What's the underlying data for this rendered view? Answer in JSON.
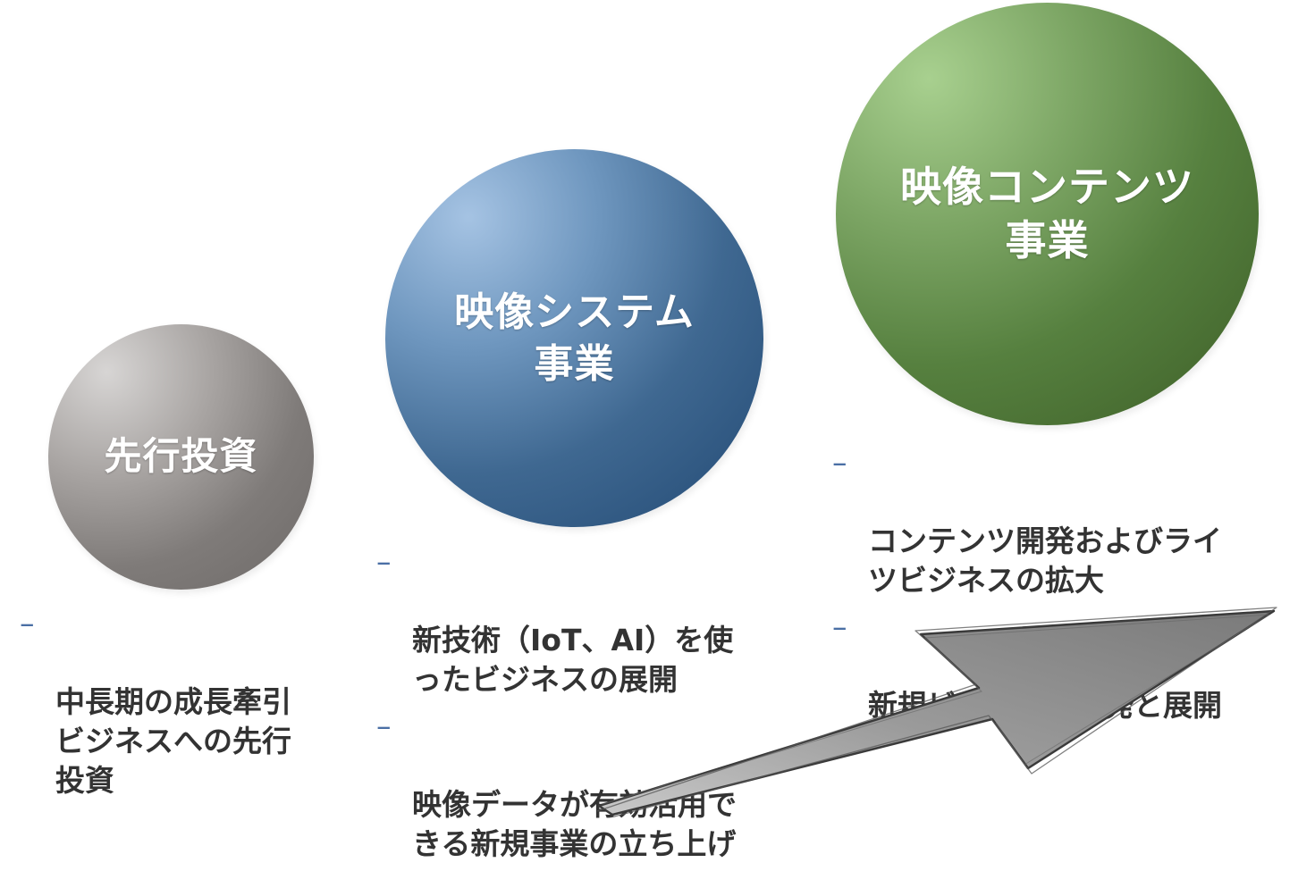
{
  "stages": [
    {
      "title": "先行投資",
      "bullets": [
        "中長期の成長牽引\nビジネスへの先行\n投資"
      ]
    },
    {
      "title": "映像システム\n事業",
      "bullets": [
        "新技術（IoT、AI）を使\nったビジネスの展開",
        "映像データが有効活用で\nきる新規事業の立ち上げ"
      ]
    },
    {
      "title": "映像コンテンツ\n事業",
      "bullets": [
        "コンテンツ開発およびライ\nツビジネスの拡大",
        "新規ビジネスの開発と展開"
      ]
    }
  ],
  "bullet_marker": "–",
  "colors": {
    "stage1": "#7f7b79",
    "stage2": "#2f5882",
    "stage3": "#4a7233",
    "text": "#333333",
    "marker": "#4a6fa5",
    "arrow": "#8f8f8f"
  }
}
